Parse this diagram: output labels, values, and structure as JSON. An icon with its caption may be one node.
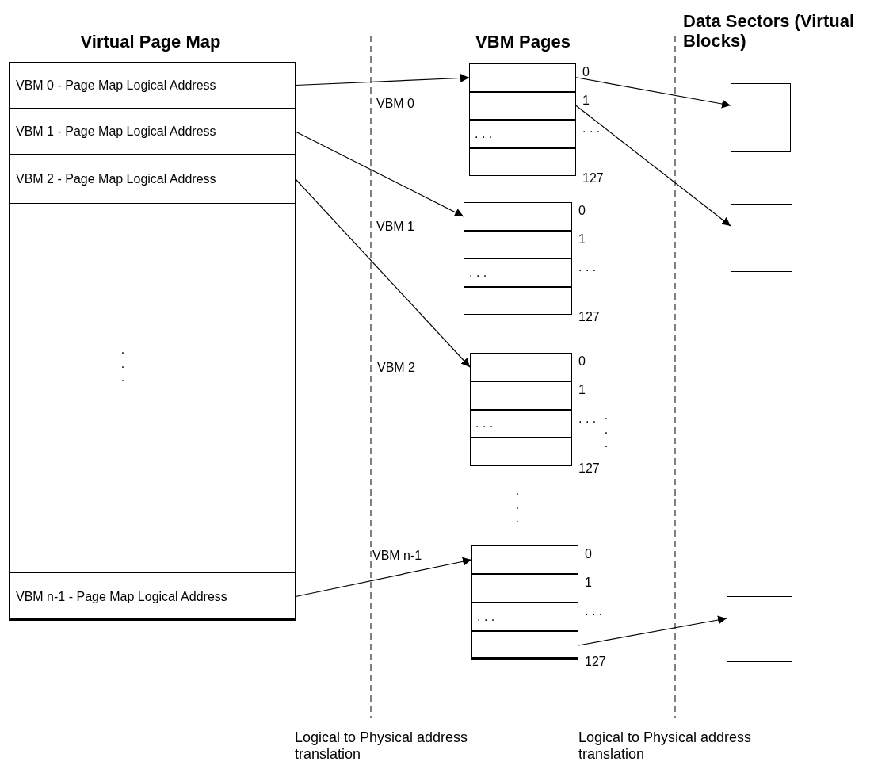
{
  "diagram": {
    "nodes": [
      {
        "text": [],
        "shape": "box"
      },
      {
        "text": [
          "VBM 0 - Page Map Logical Address"
        ],
        "in": 0
      },
      {
        "text": [
          "VBM 1 - Page Map Logical Address"
        ],
        "in": 0
      },
      {
        "text": [
          "VBM 2 - Page Map Logical Address"
        ],
        "in": 0
      },
      {
        "text": [
          "VBM n-1 - Page Map Logical Address"
        ],
        "in": 0
      },
      {
        "text": [],
        "shape": "box"
      },
      {
        "text": [],
        "shape": "box",
        "in": 5,
        "beside": [
          "0"
        ]
      },
      {
        "text": [],
        "shape": "box",
        "in": 5,
        "beside": [
          "1"
        ]
      },
      {
        "text": [
          ". . ."
        ],
        "in": 5,
        "beside": [
          ". . ."
        ]
      },
      {
        "text": [],
        "shape": "box",
        "in": 5,
        "beside": [
          "127"
        ]
      },
      {
        "text": [],
        "shape": "box"
      },
      {
        "text": [],
        "shape": "box",
        "in": 10,
        "beside": [
          "0"
        ]
      },
      {
        "text": [],
        "shape": "box",
        "in": 10,
        "beside": [
          "1"
        ]
      },
      {
        "text": [
          ". . ."
        ],
        "in": 10,
        "beside": [
          ". . ."
        ]
      },
      {
        "text": [],
        "shape": "box",
        "in": 10,
        "beside": [
          "127"
        ]
      },
      {
        "text": [],
        "shape": "box"
      },
      {
        "text": [],
        "shape": "box",
        "in": 15,
        "beside": [
          "0"
        ]
      },
      {
        "text": [],
        "shape": "box",
        "in": 15,
        "beside": [
          "1"
        ]
      },
      {
        "text": [
          ". . ."
        ],
        "in": 15,
        "beside": [
          ". . ."
        ]
      },
      {
        "text": [],
        "shape": "box",
        "in": 15,
        "beside": [
          "127"
        ]
      },
      {
        "text": [],
        "shape": "box"
      },
      {
        "text": [],
        "shape": "box",
        "in": 20,
        "beside": [
          "0"
        ]
      },
      {
        "text": [],
        "shape": "box",
        "in": 20,
        "beside": [
          "1"
        ]
      },
      {
        "text": [
          ". . ."
        ],
        "in": 20,
        "beside": [
          ". . ."
        ]
      },
      {
        "text": [],
        "shape": "box",
        "in": 20,
        "beside": [
          "127"
        ]
      },
      {
        "text": [],
        "shape": "box"
      },
      {
        "text": [],
        "shape": "box"
      },
      {
        "text": [],
        "shape": "box"
      }
    ],
    "edges": [
      {
        "from": 1,
        "to": 5,
        "arrow": "to"
      },
      {
        "from": 2,
        "to": 10,
        "arrow": "to"
      },
      {
        "from": 3,
        "to": 15,
        "arrow": "to"
      },
      {
        "from": 4,
        "to": 20,
        "arrow": "to"
      },
      {
        "from": 6,
        "to": 25,
        "arrow": "to"
      },
      {
        "from": 7,
        "to": 26,
        "arrow": "to"
      },
      {
        "from": 24,
        "to": 27,
        "arrow": "to"
      }
    ],
    "labels": [
      "Virtual Page Map",
      "VBM Pages",
      "Data Sectors (Virtual Blocks)",
      "VBM 0",
      "VBM 1",
      ". . .",
      "VBM 2",
      ". . .",
      ". . .",
      "VBM n-1",
      "Logical to Physical address translation",
      "Logical to Physical address translation"
    ]
  }
}
